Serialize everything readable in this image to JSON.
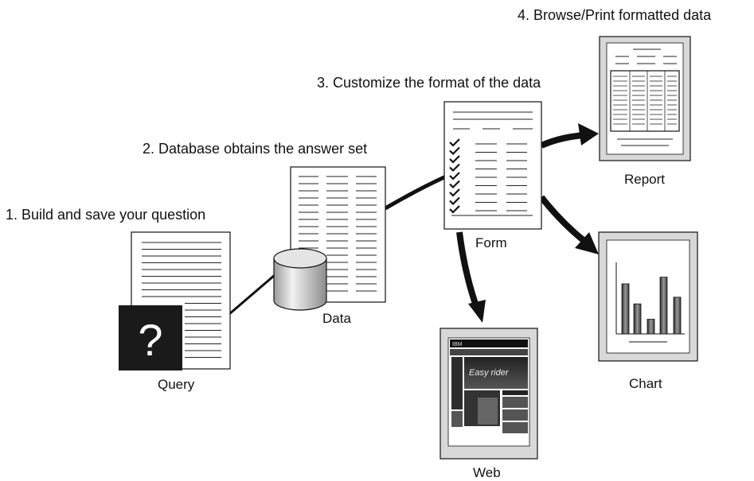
{
  "steps": [
    "1. Build and save your question",
    "2. Database obtains the answer set",
    "3. Customize the format of the data",
    "4. Browse/Print formatted data"
  ],
  "captions": {
    "query": "Query",
    "data": "Data",
    "form": "Form",
    "report": "Report",
    "chart": "Chart",
    "web": "Web"
  },
  "query_icon_symbol": "?",
  "web_thumbnail": {
    "brand": "IBM",
    "headline": "Easy rider"
  },
  "chart_bars": [
    0.75,
    0.45,
    0.22,
    0.85,
    0.55
  ]
}
